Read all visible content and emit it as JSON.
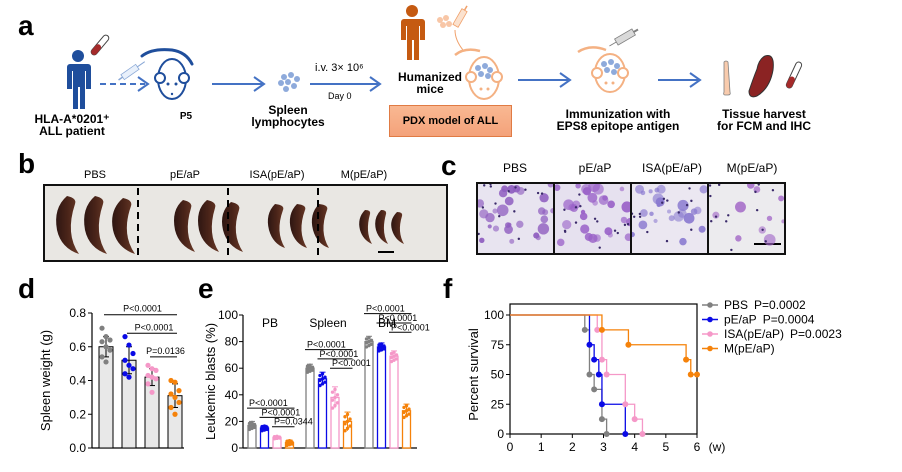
{
  "panels": {
    "a": {
      "label": "a",
      "patient_label_line1": "HLA-A*0201⁺",
      "patient_label_line2": "ALL patient",
      "mouse1_label": "P5",
      "cells_label_line1": "Spleen",
      "cells_label_line2": "lymphocytes",
      "injection_label": "i.v. 3× 10⁶",
      "day_label": "Day 0",
      "humanized_line1": "Humanized",
      "humanized_line2": "mice",
      "pdx_box": "PDX model  of ALL",
      "immunization_line1": "Immunization with",
      "immunization_line2": "EPS8 epitope antigen",
      "harvest_line1": "Tissue harvest",
      "harvest_line2": "for FCM and IHC",
      "icons": [
        "person-icon",
        "blood-tube-icon",
        "syringe-icon",
        "mouse-icon",
        "cell-cluster-icon",
        "humanized-person-icon",
        "bone-icon",
        "spleen-icon"
      ]
    },
    "b": {
      "label": "b",
      "groups": [
        "PBS",
        "pE/aP",
        "ISA(pE/aP)",
        "M(pE/aP)"
      ]
    },
    "c": {
      "label": "c",
      "groups": [
        "PBS",
        "pE/aP",
        "ISA(pE/aP)",
        "M(pE/aP)"
      ]
    },
    "d": {
      "label": "d"
    },
    "e": {
      "label": "e"
    },
    "f": {
      "label": "f"
    }
  },
  "colors": {
    "PBS": "#808080",
    "pE/aP": "#0a0ae6",
    "ISA(pE/aP)": "#f598c8",
    "M(pE/aP)": "#f5820a",
    "arrow": "#4472c4",
    "patient": "#1f4e9c",
    "humanized": "#c55a11"
  },
  "chart_data": [
    {
      "id": "d",
      "type": "bar",
      "title": "",
      "xlabel": "",
      "ylabel": "Spleen weight (g)",
      "ylim": [
        0,
        0.8
      ],
      "yticks": [
        "0.0",
        "0.2",
        "0.4",
        "0.6",
        "0.8"
      ],
      "categories": [
        "PBS",
        "pE/aP",
        "ISA(pE/aP)",
        "M(pE/aP)"
      ],
      "values": [
        0.6,
        0.52,
        0.42,
        0.31
      ],
      "sd": [
        0.06,
        0.08,
        0.05,
        0.07
      ],
      "points": [
        [
          0.71,
          0.66,
          0.64,
          0.63,
          0.6,
          0.58,
          0.54,
          0.51
        ],
        [
          0.66,
          0.61,
          0.56,
          0.52,
          0.49,
          0.47,
          0.44,
          0.42
        ],
        [
          0.49,
          0.47,
          0.46,
          0.43,
          0.42,
          0.41,
          0.38,
          0.33
        ],
        [
          0.4,
          0.39,
          0.34,
          0.32,
          0.3,
          0.27,
          0.24,
          0.2
        ]
      ],
      "annotations": [
        {
          "text": "P<0.0001",
          "from": 0,
          "to": 3,
          "y": 0.79
        },
        {
          "text": "P<0.0001",
          "from": 1,
          "to": 3,
          "y": 0.68
        },
        {
          "text": "P=0.0136",
          "from": 2,
          "to": 3,
          "y": 0.54
        }
      ]
    },
    {
      "id": "e",
      "type": "bar",
      "title": "",
      "xlabel": "",
      "ylabel": "Leukemic blasts (%)",
      "ylim": [
        0,
        100
      ],
      "yticks": [
        "0",
        "20",
        "40",
        "60",
        "80",
        "100"
      ],
      "groups": [
        "PB",
        "Spleen",
        "BM"
      ],
      "series": [
        {
          "name": "PBS",
          "values": [
            17,
            60,
            80
          ],
          "sd": [
            3,
            3,
            4
          ]
        },
        {
          "name": "pE/aP",
          "values": [
            15,
            52,
            76
          ],
          "sd": [
            2,
            5,
            3
          ]
        },
        {
          "name": "ISA(pE/aP)",
          "values": [
            8,
            38,
            69
          ],
          "sd": [
            1,
            8,
            4
          ]
        },
        {
          "name": "M(pE/aP)",
          "values": [
            4,
            20,
            28
          ],
          "sd": [
            2,
            7,
            5
          ]
        }
      ],
      "annotations": [
        {
          "text": "P<0.0001",
          "group": 0,
          "from": 0,
          "to": 3,
          "y": 30
        },
        {
          "text": "P<0.0001",
          "group": 0,
          "from": 1,
          "to": 3,
          "y": 23
        },
        {
          "text": "P=0.0344",
          "group": 0,
          "from": 2,
          "to": 3,
          "y": 16
        },
        {
          "text": "P<0.0001",
          "group": 1,
          "from": 0,
          "to": 3,
          "y": 74
        },
        {
          "text": "P<0.0001",
          "group": 1,
          "from": 1,
          "to": 3,
          "y": 67
        },
        {
          "text": "P<0.0001",
          "group": 1,
          "from": 2,
          "to": 3,
          "y": 60
        },
        {
          "text": "P<0.0001",
          "group": 2,
          "from": 0,
          "to": 3,
          "y": 101
        },
        {
          "text": "P<0.0001",
          "group": 2,
          "from": 1,
          "to": 3,
          "y": 94
        },
        {
          "text": "P<0.0001",
          "group": 2,
          "from": 2,
          "to": 3,
          "y": 87
        }
      ]
    },
    {
      "id": "f",
      "type": "line",
      "subtype": "kaplan-meier",
      "title": "",
      "xlabel": "(w)",
      "ylabel": "Percent survival",
      "xlim": [
        0,
        6
      ],
      "ylim": [
        0,
        100
      ],
      "xticks": [
        "0",
        "1",
        "2",
        "3",
        "4",
        "5",
        "6"
      ],
      "yticks": [
        "0",
        "25",
        "50",
        "75",
        "100"
      ],
      "legend_position": "right",
      "series": [
        {
          "name": "PBS",
          "p_value": "P=0.0002",
          "steps": [
            [
              0,
              100
            ],
            [
              2.4,
              87.5
            ],
            [
              2.55,
              50
            ],
            [
              2.7,
              37.5
            ],
            [
              2.95,
              12.5
            ],
            [
              3.1,
              0
            ]
          ]
        },
        {
          "name": "pE/aP",
          "p_value": "P=0.0004",
          "steps": [
            [
              0,
              100
            ],
            [
              2.55,
              75
            ],
            [
              2.7,
              62.5
            ],
            [
              2.85,
              50
            ],
            [
              2.95,
              25
            ],
            [
              3.7,
              0
            ]
          ]
        },
        {
          "name": "ISA(pE/aP)",
          "p_value": "P=0.0023",
          "steps": [
            [
              0,
              100
            ],
            [
              2.8,
              87.5
            ],
            [
              2.95,
              62.5
            ],
            [
              3.1,
              50
            ],
            [
              3.7,
              25
            ],
            [
              4.0,
              12.5
            ],
            [
              4.25,
              0
            ]
          ]
        },
        {
          "name": "M(pE/aP)",
          "p_value": "",
          "steps": [
            [
              0,
              100
            ],
            [
              2.95,
              87.5
            ],
            [
              3.8,
              75
            ],
            [
              5.65,
              62.5
            ],
            [
              5.8,
              50
            ],
            [
              6.0,
              50
            ]
          ]
        }
      ]
    }
  ]
}
